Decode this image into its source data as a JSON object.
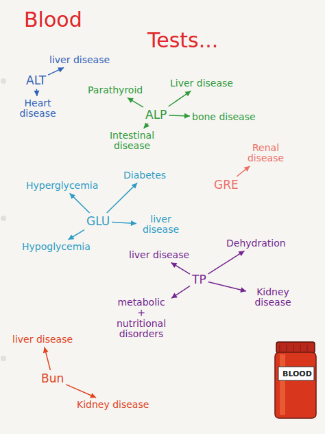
{
  "diagram": {
    "title": "Blood Tests...",
    "nodes": [
      {
        "text": [
          "ALT"
        ]
      },
      {
        "text": [
          "liver disease"
        ]
      },
      {
        "text": [
          "Heart disease"
        ]
      },
      {
        "text": [
          "ALP"
        ]
      },
      {
        "text": [
          "Parathyroid"
        ]
      },
      {
        "text": [
          "Liver disease"
        ]
      },
      {
        "text": [
          "bone disease"
        ]
      },
      {
        "text": [
          "Intestinal disease"
        ]
      },
      {
        "text": [
          "GRE"
        ]
      },
      {
        "text": [
          "Renal disease"
        ]
      },
      {
        "text": [
          "GLU"
        ]
      },
      {
        "text": [
          "Diabetes"
        ]
      },
      {
        "text": [
          "Hyperglycemia"
        ]
      },
      {
        "text": [
          "Hypoglycemia"
        ]
      },
      {
        "text": [
          "liver disease"
        ]
      },
      {
        "text": [
          "TP"
        ]
      },
      {
        "text": [
          "Dehydration"
        ]
      },
      {
        "text": [
          "liver disease"
        ]
      },
      {
        "text": [
          "Kidney disease"
        ]
      },
      {
        "text": [
          "metabolic + nutritional disorders"
        ]
      },
      {
        "text": [
          "Bun"
        ]
      },
      {
        "text": [
          "liver disease"
        ]
      },
      {
        "text": [
          "Kidney disease"
        ]
      }
    ],
    "edges": [
      {
        "from": 0,
        "to": 1,
        "arrow": "to"
      },
      {
        "from": 0,
        "to": 2,
        "arrow": "to"
      },
      {
        "from": 3,
        "to": 4,
        "arrow": "to"
      },
      {
        "from": 3,
        "to": 5,
        "arrow": "to"
      },
      {
        "from": 3,
        "to": 6,
        "arrow": "to"
      },
      {
        "from": 3,
        "to": 7,
        "arrow": "to"
      },
      {
        "from": 8,
        "to": 9,
        "arrow": "to"
      },
      {
        "from": 10,
        "to": 11,
        "arrow": "to"
      },
      {
        "from": 10,
        "to": 12,
        "arrow": "to"
      },
      {
        "from": 10,
        "to": 13,
        "arrow": "to"
      },
      {
        "from": 10,
        "to": 14,
        "arrow": "to"
      },
      {
        "from": 15,
        "to": 16,
        "arrow": "to"
      },
      {
        "from": 15,
        "to": 17,
        "arrow": "to"
      },
      {
        "from": 15,
        "to": 18,
        "arrow": "to"
      },
      {
        "from": 15,
        "to": 19,
        "arrow": "to"
      },
      {
        "from": 20,
        "to": 21,
        "arrow": "to"
      },
      {
        "from": 20,
        "to": 22,
        "arrow": "to"
      }
    ],
    "labels": [
      "BLOOD"
    ]
  }
}
